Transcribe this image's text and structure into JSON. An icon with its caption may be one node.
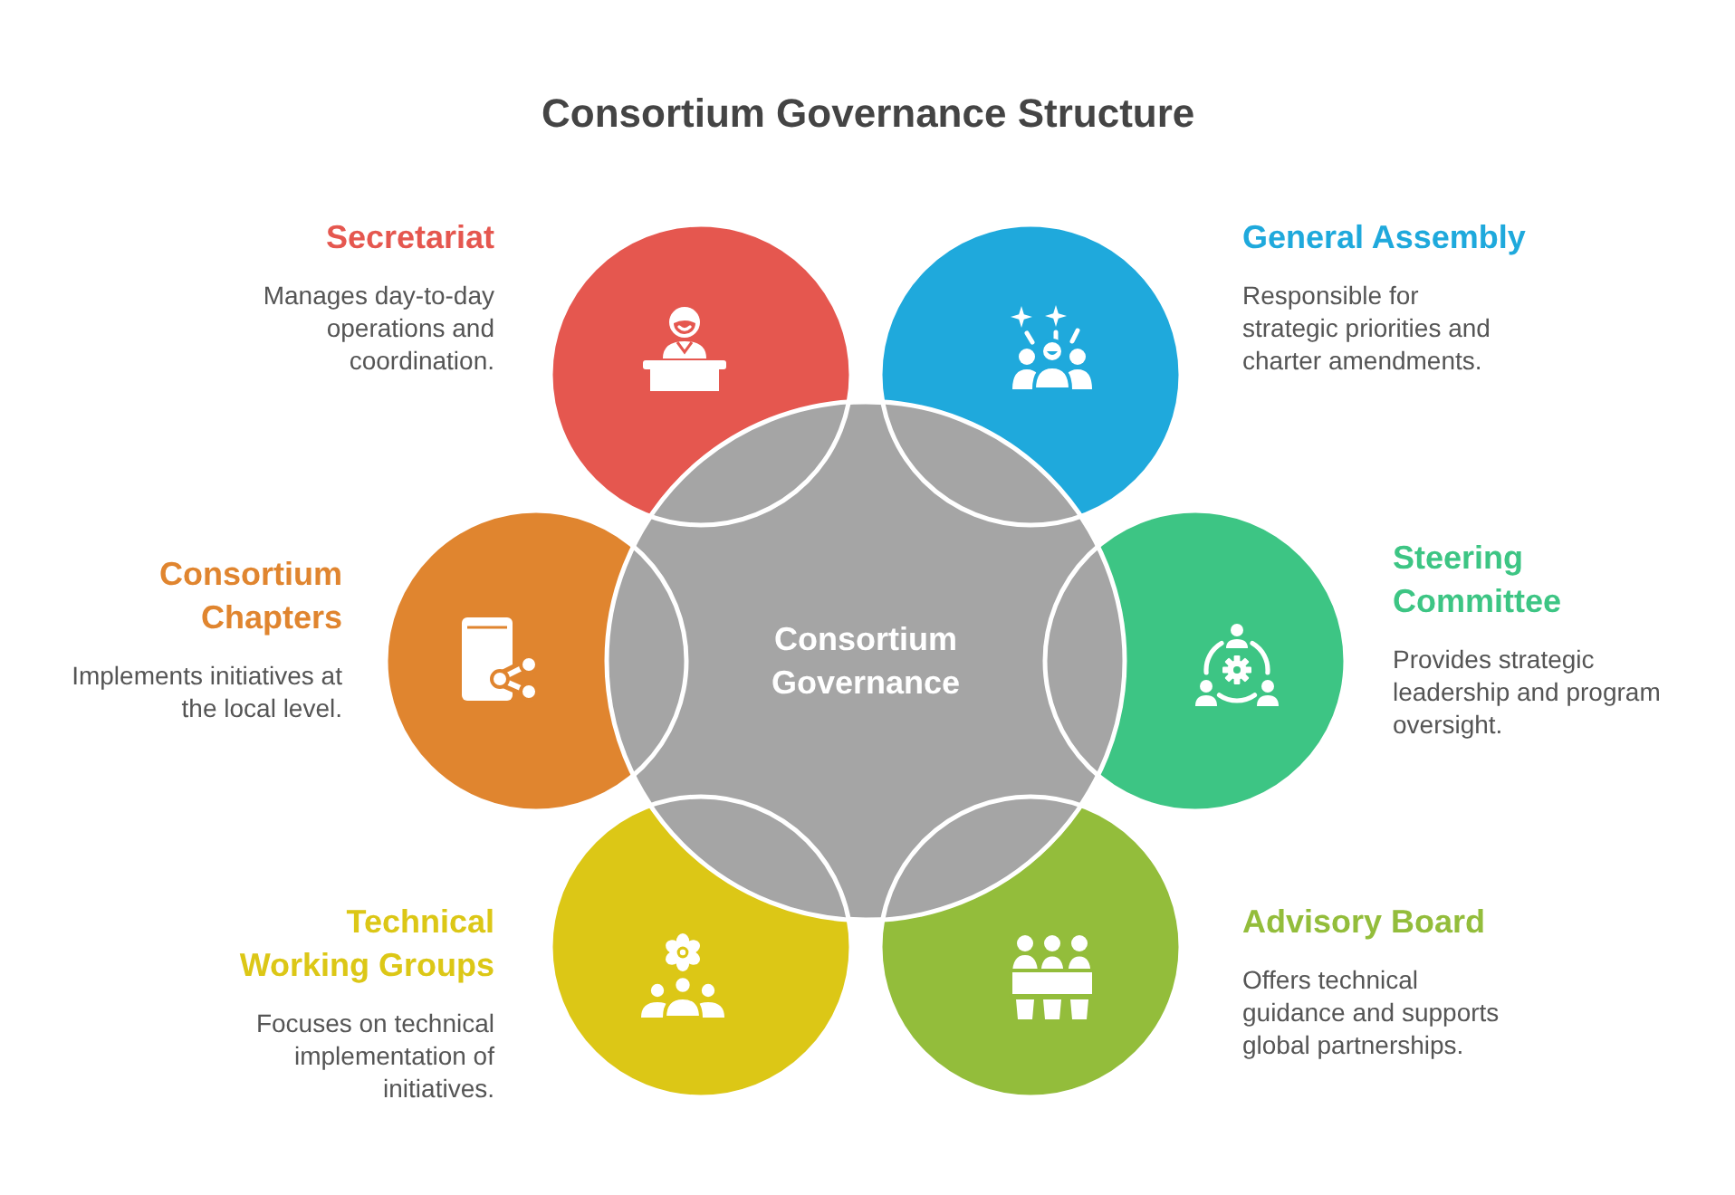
{
  "diagram": {
    "title": "Consortium Governance Structure",
    "nodes": [
      {
        "text": [
          "Consortium Governance"
        ]
      },
      {
        "text": [
          "Secretariat",
          "Manages day-to-day operations and coordination."
        ]
      },
      {
        "text": [
          "General Assembly",
          "Responsible for strategic priorities and charter amendments."
        ]
      },
      {
        "text": [
          "Consortium Chapters",
          "Implements initiatives at the local level."
        ]
      },
      {
        "text": [
          "Steering Committee",
          "Provides strategic leadership and program oversight."
        ]
      },
      {
        "text": [
          "Technical Working Groups",
          "Focuses on technical implementation of initiatives."
        ]
      },
      {
        "text": [
          "Advisory Board",
          "Offers technical guidance and supports global partnerships."
        ]
      }
    ]
  }
}
